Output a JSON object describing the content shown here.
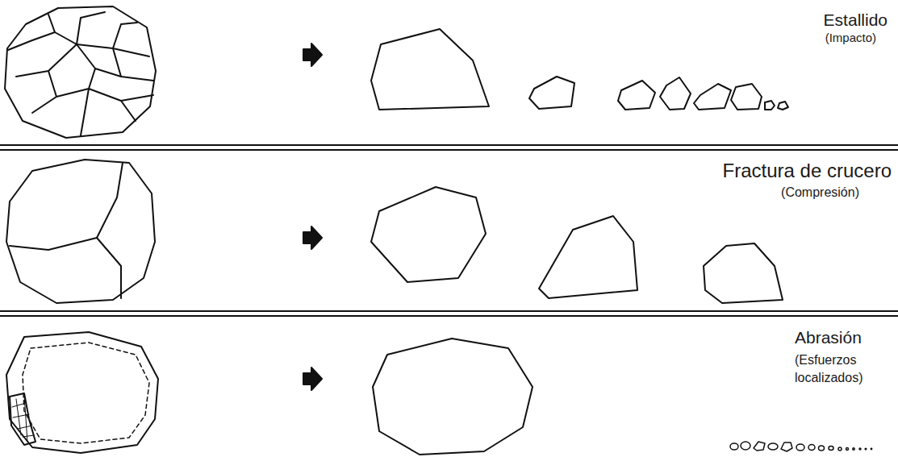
{
  "diagram": {
    "labels": [
      "Estallido",
      "(Impacto)",
      "Fractura de crucero",
      "(Compresión)",
      "Abrasión",
      "(Esfuerzos localizados)"
    ]
  }
}
